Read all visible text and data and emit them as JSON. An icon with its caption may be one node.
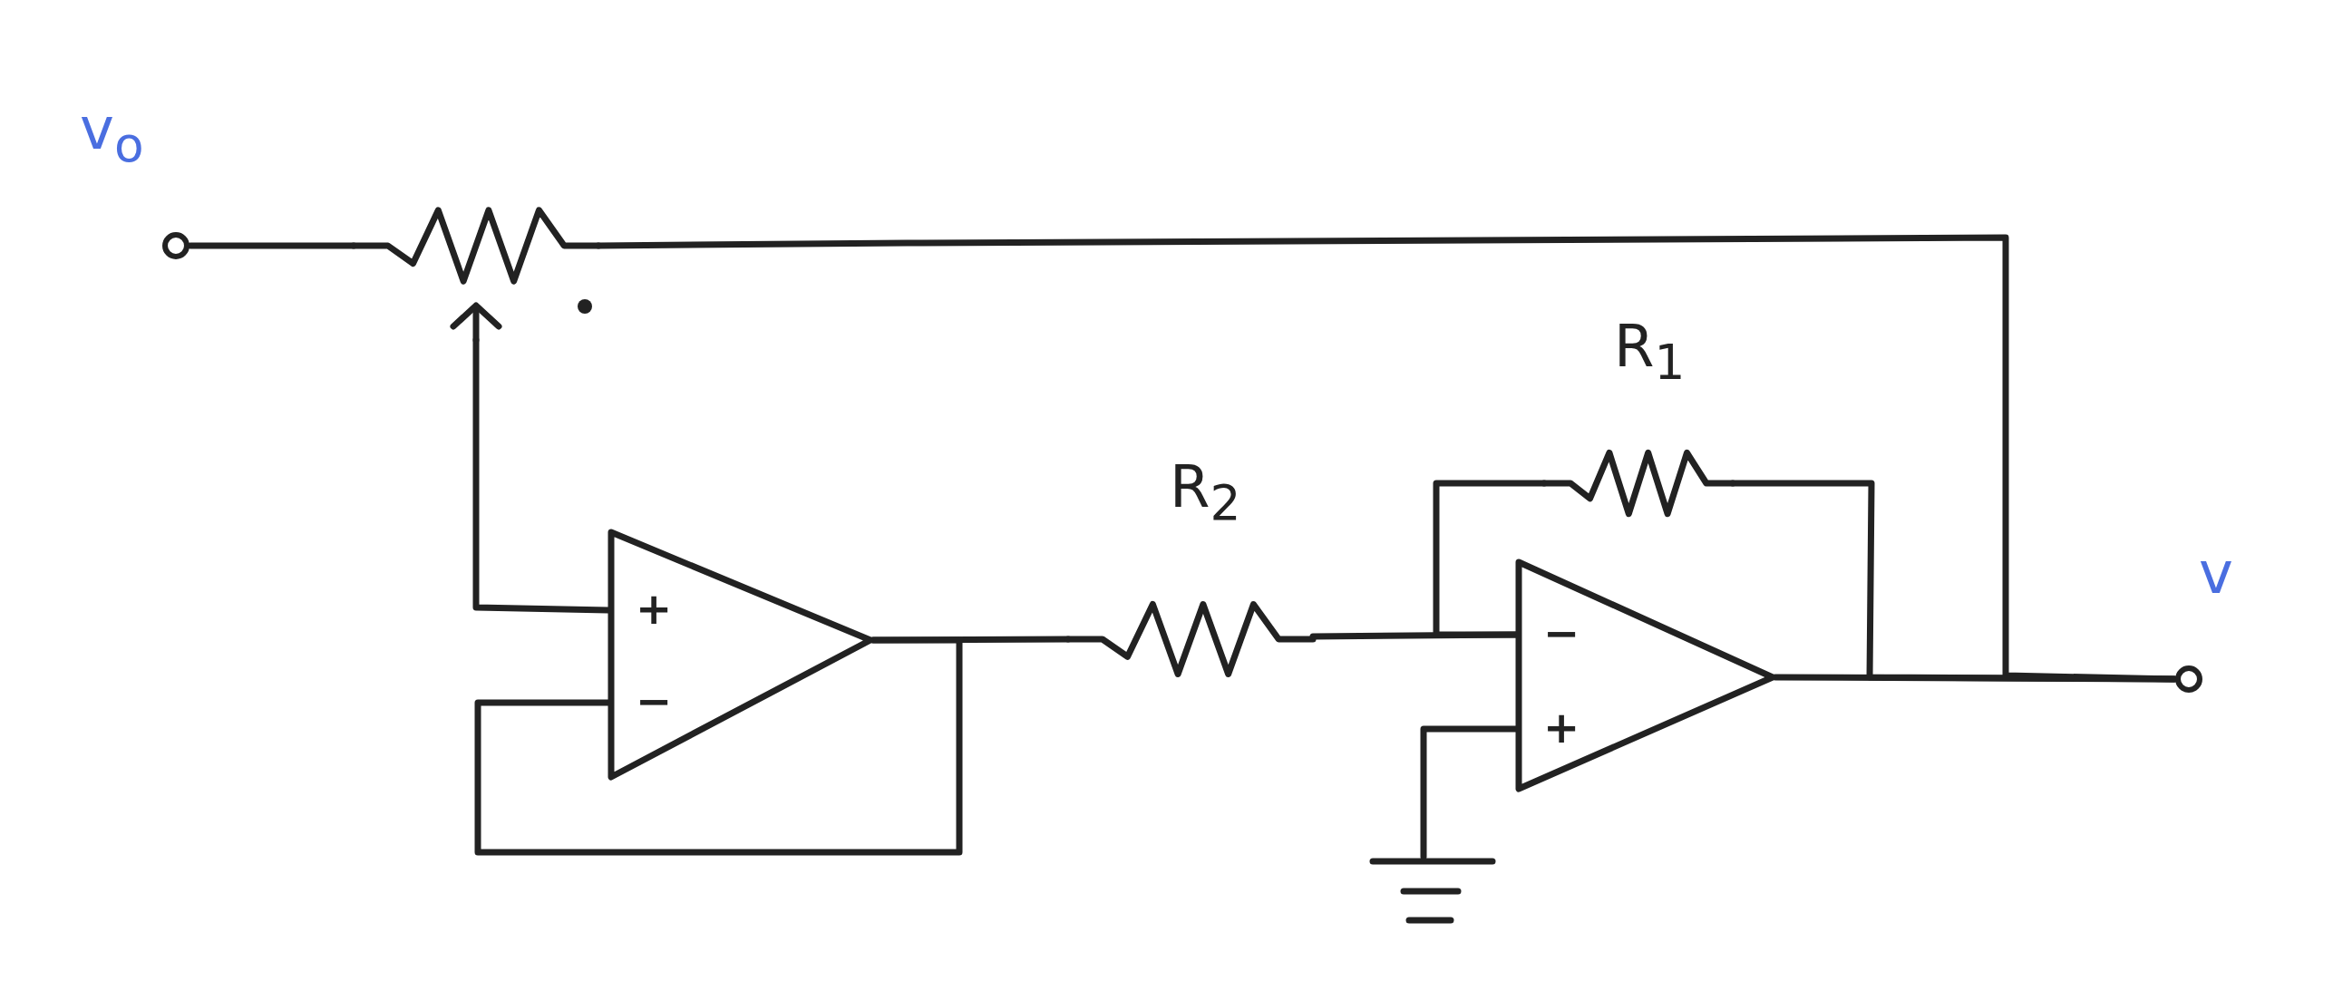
{
  "diagram": {
    "nodes": [
      {
        "text": [],
        "shape": "circle",
        "beside": [
          "v$_{o}$"
        ]
      },
      {
        "text": [],
        "shape": "resistor"
      },
      {
        "text": [
          "+",
          "−"
        ]
      },
      {
        "text": [],
        "shape": "resistor",
        "beside": [
          "R$_{2}$"
        ]
      },
      {
        "text": [
          "−",
          "+"
        ]
      },
      {
        "text": [],
        "shape": "resistor",
        "beside": [
          "R$_{1}$"
        ]
      },
      {
        "text": [],
        "shape": "circle",
        "beside": [
          "v"
        ]
      },
      {
        "text": [],
        "shape": "ground"
      }
    ],
    "edges": [
      {
        "from": 0,
        "to": 1,
        "arrow": "none"
      },
      {
        "from": 1,
        "to": 6,
        "arrow": "none"
      },
      {
        "from": 1,
        "to": 2,
        "arrow": "none"
      },
      {
        "from": 2,
        "to": 2,
        "arrow": "none"
      },
      {
        "from": 2,
        "to": 3,
        "arrow": "none"
      },
      {
        "from": 3,
        "to": 4,
        "arrow": "none"
      },
      {
        "from": 4,
        "to": 5,
        "arrow": "none"
      },
      {
        "from": 5,
        "to": 6,
        "arrow": "none"
      },
      {
        "from": 4,
        "to": 6,
        "arrow": "none"
      },
      {
        "from": 4,
        "to": 7,
        "arrow": "none"
      }
    ]
  }
}
